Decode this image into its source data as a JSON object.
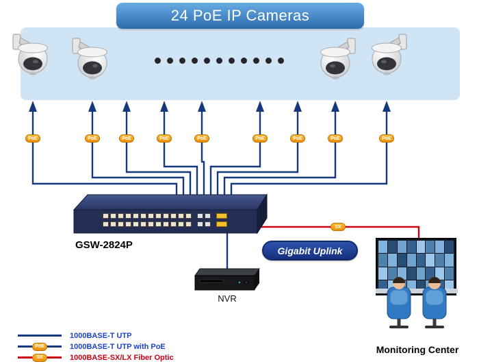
{
  "title": "24 PoE IP Cameras",
  "switch": {
    "model": "GSW-2824P"
  },
  "nvr": {
    "label": "NVR"
  },
  "uplink": {
    "label": "Gigabit Uplink"
  },
  "monitoring": {
    "label": "Monitoring Center"
  },
  "badges": {
    "poe": "PoE",
    "fiber": "SX"
  },
  "legend": {
    "items": [
      {
        "label": "1000BASE-T UTP"
      },
      {
        "label": "1000BASE-T UTP with PoE"
      },
      {
        "label": "1000BASE-SX/LX Fiber Optic"
      }
    ]
  },
  "colors": {
    "utp_line": "#16387c",
    "fiber_line": "#cc0011",
    "poe_badge": "#f59d17",
    "banner_blue": "#3f7fc1",
    "band_blue": "#cfe4f4",
    "uplink_pill": "#1e3e9e"
  }
}
